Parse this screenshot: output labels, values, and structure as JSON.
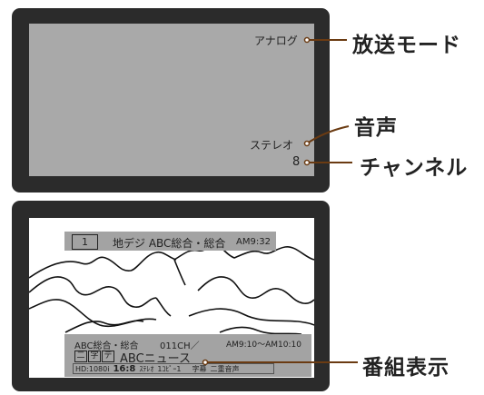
{
  "top_screen": {
    "mode_text": "アナログ",
    "audio_text": "ステレオ",
    "channel_text": "8"
  },
  "bottom_screen": {
    "header": {
      "box_number": "1",
      "service": "地デジ ABC総合・総合",
      "time": "AM9:32"
    },
    "info": {
      "line1_left": "ABC総合・総合",
      "line1_channel": "011CH／",
      "line1_time": "AM9:10～AM10:10",
      "icons": [
        "二",
        "字",
        "デ"
      ],
      "program_title": "ABCニュース",
      "status_items": [
        "HD:1080i",
        "16:8",
        "ｽﾃﾚｵ",
        "1ｺﾋﾟｰ1",
        "字幕",
        "二重音声"
      ]
    }
  },
  "callouts": {
    "broadcast_mode": "放送モード",
    "audio": "音声",
    "channel": "チャンネル",
    "program_display": "番組表示"
  },
  "colors": {
    "frame": "#2b2b2b",
    "top_screen": "#a9a9a9",
    "bottom_screen": "#ffffff",
    "info_panel": "#a3a3a3",
    "leader_line": "#6b3b12"
  }
}
